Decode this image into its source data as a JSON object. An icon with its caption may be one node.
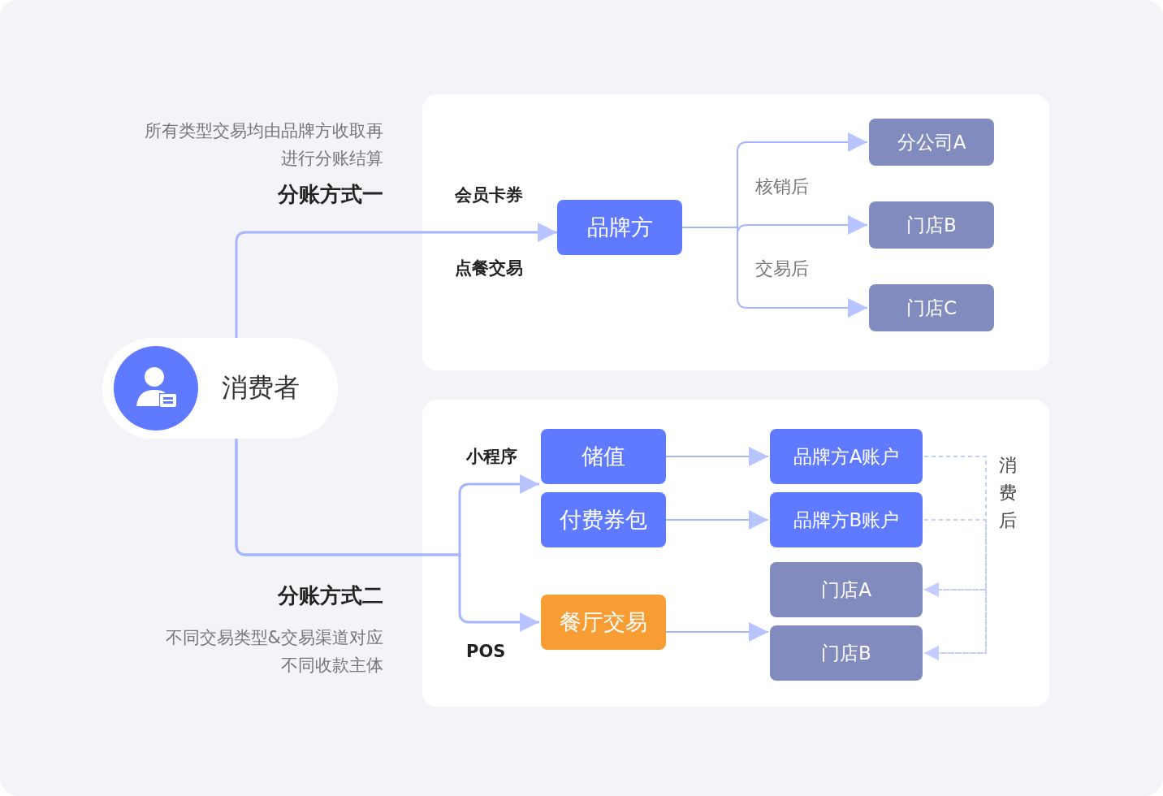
{
  "diagram": {
    "nodes": [
      {
        "text": [
          "消费者"
        ]
      },
      {
        "text": [],
        "shape": "box"
      },
      {
        "text": [
          "品牌方"
        ],
        "in": 1
      },
      {
        "text": [
          "分公司A"
        ],
        "in": 1
      },
      {
        "text": [
          "门店B"
        ],
        "in": 1
      },
      {
        "text": [
          "门店C"
        ],
        "in": 1
      },
      {
        "text": [],
        "shape": "box"
      },
      {
        "text": [
          "储值"
        ],
        "in": 6
      },
      {
        "text": [
          "付费券包"
        ],
        "in": 6
      },
      {
        "text": [
          "餐厅交易"
        ],
        "in": 6
      },
      {
        "text": [
          "品牌方A账户"
        ],
        "in": 6
      },
      {
        "text": [
          "品牌方B账户"
        ],
        "in": 6
      },
      {
        "text": [
          "门店A"
        ],
        "in": 6
      },
      {
        "text": [
          "门店B"
        ],
        "in": 6
      }
    ],
    "edges": [
      {
        "from": 0,
        "to": 2,
        "arrow": "to"
      },
      {
        "from": 2,
        "to": 3,
        "arrow": "to"
      },
      {
        "from": 2,
        "to": 4,
        "arrow": "to"
      },
      {
        "from": 2,
        "to": 5,
        "arrow": "to"
      },
      {
        "from": 0,
        "to": 7,
        "arrow": "to"
      },
      {
        "from": 0,
        "to": 9,
        "arrow": "to"
      },
      {
        "from": 7,
        "to": 10,
        "arrow": "to"
      },
      {
        "from": 8,
        "to": 11,
        "arrow": "to"
      },
      {
        "from": 9,
        "to": 13,
        "arrow": "to"
      },
      {
        "from": 10,
        "to": 12,
        "arrow": "to",
        "style": "dashed"
      },
      {
        "from": 10,
        "to": 13,
        "arrow": "to",
        "style": "dashed"
      },
      {
        "from": 11,
        "to": 12,
        "arrow": "to",
        "style": "dashed"
      },
      {
        "from": 11,
        "to": 13,
        "arrow": "to",
        "style": "dashed"
      }
    ],
    "labels": [
      "所有类型交易均由品牌方收取再进行分账结算",
      "分账方式一",
      "会员卡券",
      "核销后",
      "点餐交易",
      "交易后",
      "小程序",
      "消费后",
      "分账方式二",
      "POS",
      "不同交易类型&交易渠道对应不同收款主体"
    ]
  }
}
